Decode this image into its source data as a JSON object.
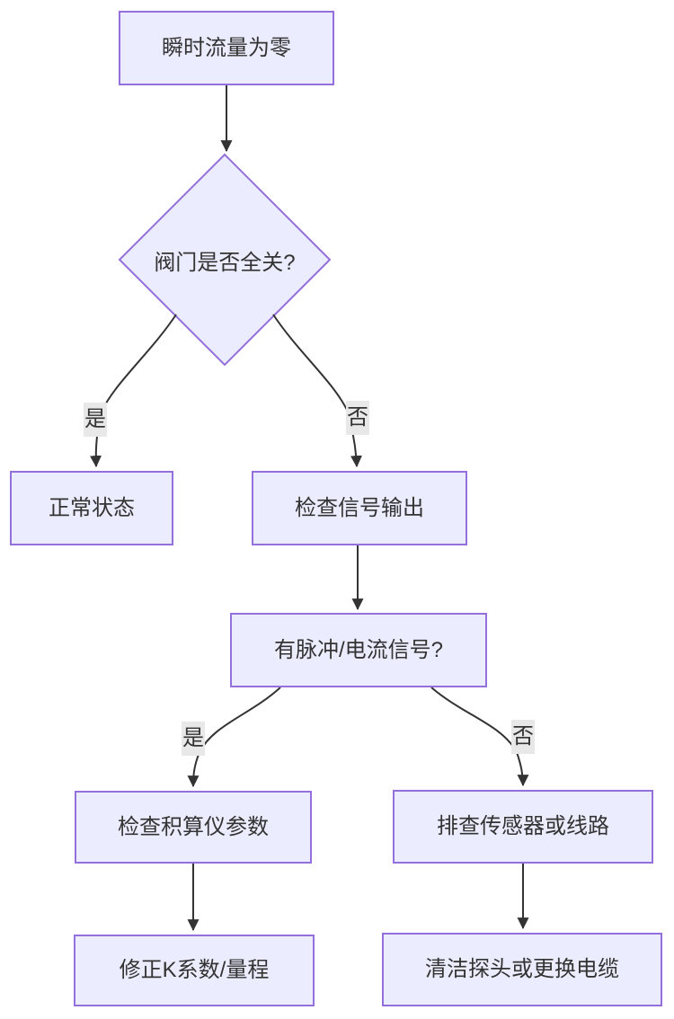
{
  "diagram": {
    "type": "flowchart",
    "direction": "top-down",
    "colors": {
      "background": "#ffffff",
      "node_fill": "#ECECFF",
      "node_border": "#9370DB",
      "edge": "#333333",
      "edge_label_bg": "#e8e8e8",
      "text": "#333333"
    },
    "nodes": {
      "start": {
        "label": "瞬时流量为零",
        "shape": "rect"
      },
      "valve_question": {
        "label": "阀门是否全关?",
        "shape": "diamond"
      },
      "normal": {
        "label": "正常状态",
        "shape": "rect"
      },
      "check_signal": {
        "label": "检查信号输出",
        "shape": "rect"
      },
      "pulse_question": {
        "label": "有脉冲/电流信号?",
        "shape": "rect"
      },
      "check_totalizer": {
        "label": "检查积算仪参数",
        "shape": "rect"
      },
      "check_sensor": {
        "label": "排查传感器或线路",
        "shape": "rect"
      },
      "fix_k": {
        "label": "修正K系数/量程",
        "shape": "rect"
      },
      "clean_probe": {
        "label": "清洁探头或更换电缆",
        "shape": "rect"
      }
    },
    "edges": [
      {
        "from": "start",
        "to": "valve_question",
        "label": ""
      },
      {
        "from": "valve_question",
        "to": "normal",
        "label": "是"
      },
      {
        "from": "valve_question",
        "to": "check_signal",
        "label": "否"
      },
      {
        "from": "check_signal",
        "to": "pulse_question",
        "label": ""
      },
      {
        "from": "pulse_question",
        "to": "check_totalizer",
        "label": "是"
      },
      {
        "from": "pulse_question",
        "to": "check_sensor",
        "label": "否"
      },
      {
        "from": "check_totalizer",
        "to": "fix_k",
        "label": ""
      },
      {
        "from": "check_sensor",
        "to": "clean_probe",
        "label": ""
      }
    ],
    "edge_labels": {
      "valve_yes": "是",
      "valve_no": "否",
      "pulse_yes": "是",
      "pulse_no": "否"
    }
  }
}
